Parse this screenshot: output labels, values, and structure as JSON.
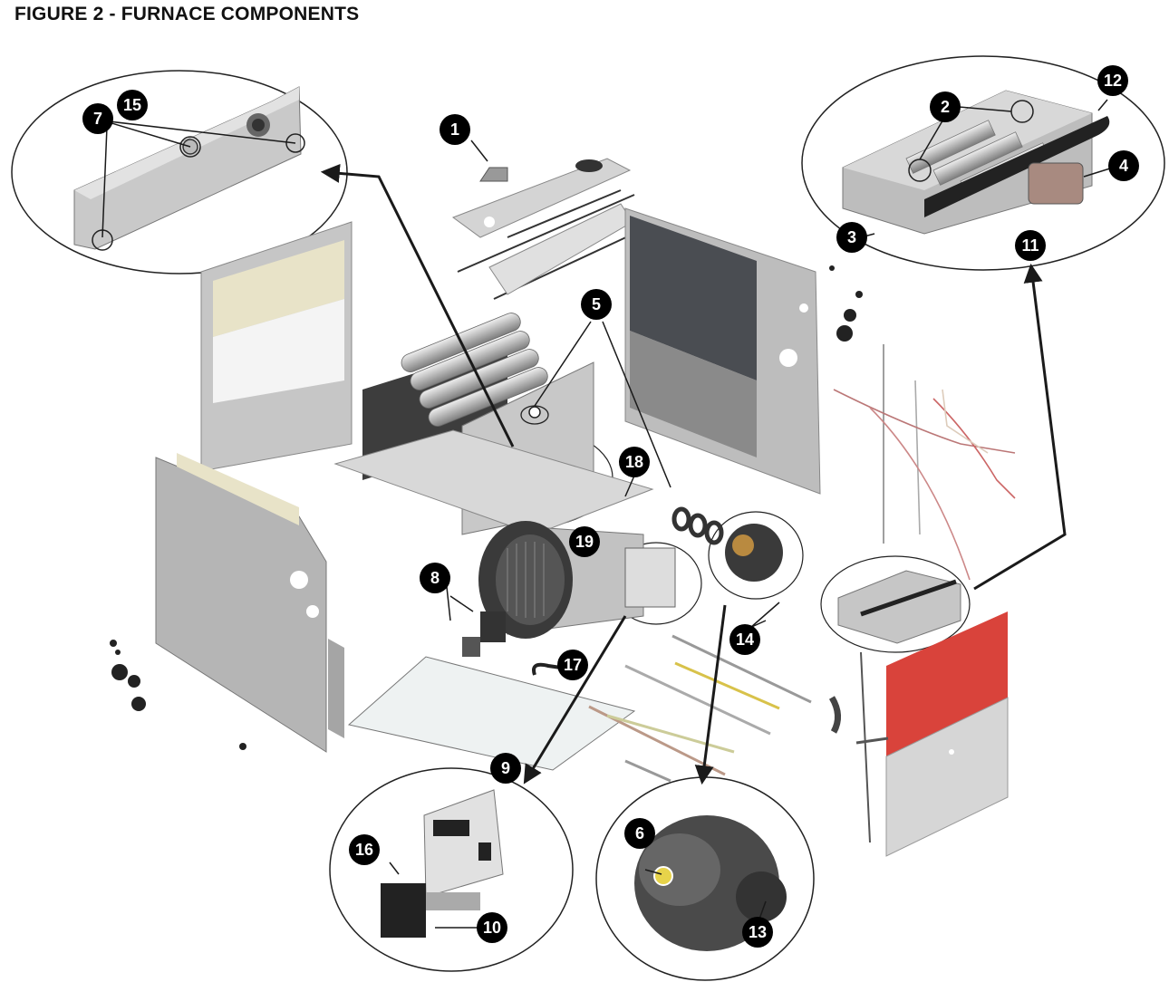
{
  "title": "FIGURE 2 - FURNACE COMPONENTS",
  "colors": {
    "panel": "#b9b9b9",
    "panel_dark": "#8f8f8f",
    "panel_light": "#d6d6d6",
    "insulation": "#e9e4c6",
    "red_panel": "#d9433b",
    "callout_fill": "#000000",
    "callout_text": "#ffffff",
    "line": "#1a1a1a"
  },
  "callouts": [
    {
      "id": "c1",
      "label": "1"
    },
    {
      "id": "c2",
      "label": "2"
    },
    {
      "id": "c3",
      "label": "3"
    },
    {
      "id": "c4",
      "label": "4"
    },
    {
      "id": "c5",
      "label": "5"
    },
    {
      "id": "c6",
      "label": "6"
    },
    {
      "id": "c7",
      "label": "7"
    },
    {
      "id": "c8",
      "label": "8"
    },
    {
      "id": "c9",
      "label": "9"
    },
    {
      "id": "c10",
      "label": "10"
    },
    {
      "id": "c11",
      "label": "11"
    },
    {
      "id": "c12",
      "label": "12"
    },
    {
      "id": "c13",
      "label": "13"
    },
    {
      "id": "c14",
      "label": "14"
    },
    {
      "id": "c15",
      "label": "15"
    },
    {
      "id": "c16",
      "label": "16"
    },
    {
      "id": "c17",
      "label": "17"
    },
    {
      "id": "c18",
      "label": "18"
    },
    {
      "id": "c19",
      "label": "19"
    }
  ]
}
